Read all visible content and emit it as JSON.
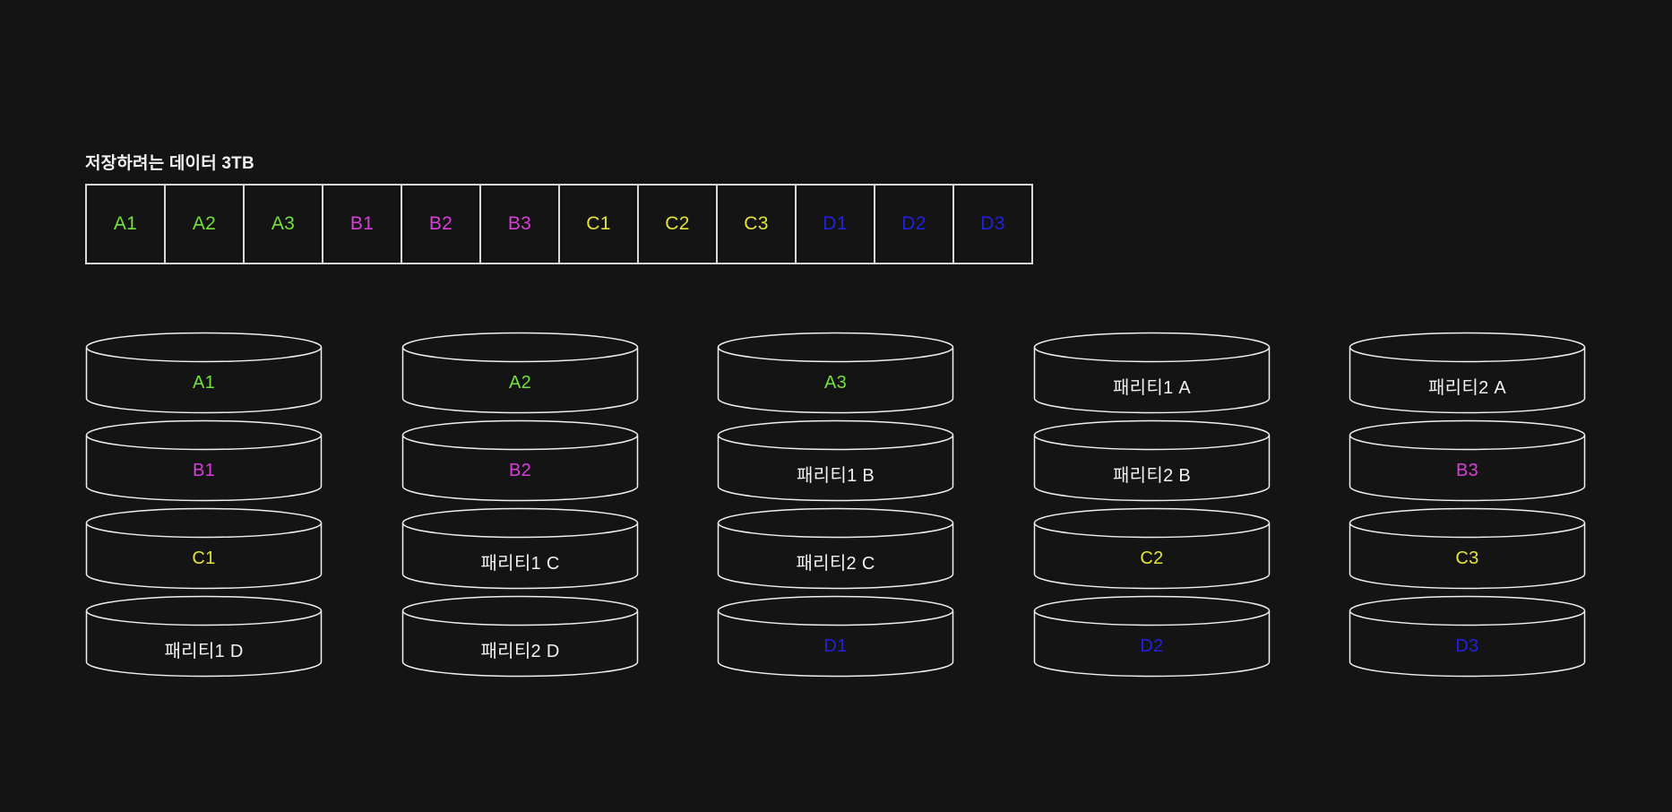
{
  "page": {
    "background": "#141414"
  },
  "title": {
    "text": "저장하려는 데이터 3TB"
  },
  "colors": {
    "a": "#73E13C",
    "b": "#DA3EDA",
    "c": "#E3E336",
    "d": "#2222DC",
    "parity": "#F2F2F2",
    "cylinder_stroke": "#F0F0F0",
    "strip_border": "#D9D9D9"
  },
  "data_strip": {
    "blocks": [
      {
        "label": "A1",
        "color_key": "a"
      },
      {
        "label": "A2",
        "color_key": "a"
      },
      {
        "label": "A3",
        "color_key": "a"
      },
      {
        "label": "B1",
        "color_key": "b"
      },
      {
        "label": "B2",
        "color_key": "b"
      },
      {
        "label": "B3",
        "color_key": "b"
      },
      {
        "label": "C1",
        "color_key": "c"
      },
      {
        "label": "C2",
        "color_key": "c"
      },
      {
        "label": "C3",
        "color_key": "c"
      },
      {
        "label": "D1",
        "color_key": "d"
      },
      {
        "label": "D2",
        "color_key": "d"
      },
      {
        "label": "D3",
        "color_key": "d"
      }
    ]
  },
  "disks": [
    {
      "name": "disk-1",
      "slots": [
        {
          "label": "A1",
          "color_key": "a"
        },
        {
          "label": "B1",
          "color_key": "b"
        },
        {
          "label": "C1",
          "color_key": "c"
        },
        {
          "label": "패리티1 D",
          "color_key": "parity"
        }
      ]
    },
    {
      "name": "disk-2",
      "slots": [
        {
          "label": "A2",
          "color_key": "a"
        },
        {
          "label": "B2",
          "color_key": "b"
        },
        {
          "label": "패리티1 C",
          "color_key": "parity"
        },
        {
          "label": "패리티2 D",
          "color_key": "parity"
        }
      ]
    },
    {
      "name": "disk-3",
      "slots": [
        {
          "label": "A3",
          "color_key": "a"
        },
        {
          "label": "패리티1 B",
          "color_key": "parity"
        },
        {
          "label": "패리티2 C",
          "color_key": "parity"
        },
        {
          "label": "D1",
          "color_key": "d"
        }
      ]
    },
    {
      "name": "disk-4",
      "slots": [
        {
          "label": "패리티1 A",
          "color_key": "parity"
        },
        {
          "label": "패리티2 B",
          "color_key": "parity"
        },
        {
          "label": "C2",
          "color_key": "c"
        },
        {
          "label": "D2",
          "color_key": "d"
        }
      ]
    },
    {
      "name": "disk-5",
      "slots": [
        {
          "label": "패리티2 A",
          "color_key": "parity"
        },
        {
          "label": "B3",
          "color_key": "b"
        },
        {
          "label": "C3",
          "color_key": "c"
        },
        {
          "label": "D3",
          "color_key": "d"
        }
      ]
    }
  ],
  "layout": {
    "column_lefts": [
      95,
      448,
      800,
      1153,
      1505
    ]
  }
}
